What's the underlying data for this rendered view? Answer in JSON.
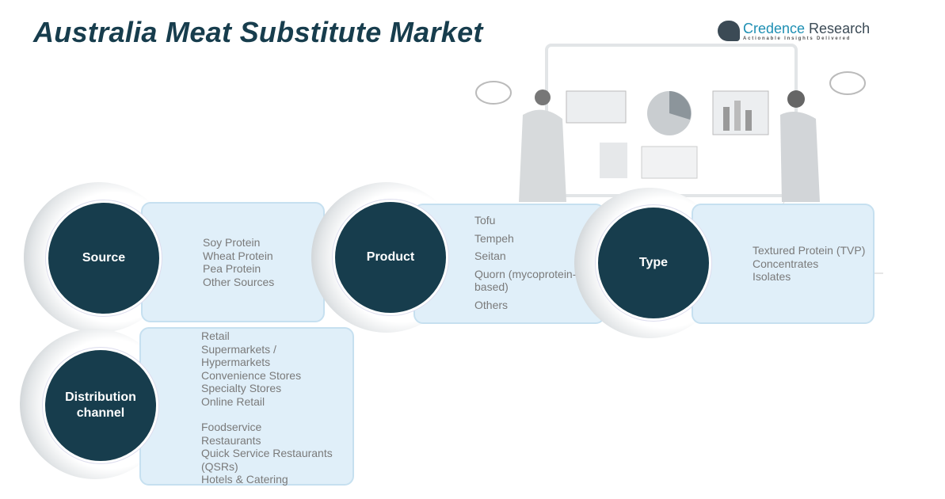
{
  "title": "Australia Meat Substitute Market",
  "logo": {
    "name_part1": "Credence",
    "name_part2": " Research",
    "tagline": "Actionable Insights Delivered"
  },
  "segments": {
    "source": {
      "label": "Source",
      "items": [
        "Soy Protein",
        "Wheat Protein",
        "Pea Protein",
        "Other Sources"
      ]
    },
    "product": {
      "label": "Product",
      "items": [
        "Tofu",
        "Tempeh",
        "Seitan",
        "Quorn (mycoprotein-\nbased)",
        "Others"
      ]
    },
    "type": {
      "label": "Type",
      "items": [
        "Textured Protein (TVP)",
        "Concentrates",
        "Isolates"
      ]
    },
    "distribution": {
      "label": "Distribution channel",
      "items": [
        "Retail",
        "Supermarkets /\nHypermarkets",
        "Convenience Stores",
        "Specialty Stores",
        "Online Retail",
        "",
        "Foodservice",
        "Restaurants",
        "Quick Service Restaurants\n(QSRs)",
        "Hotels & Catering"
      ]
    }
  },
  "colors": {
    "circle": "#173d4d",
    "box": "#e0eff9",
    "text": "#7a7a7a"
  }
}
